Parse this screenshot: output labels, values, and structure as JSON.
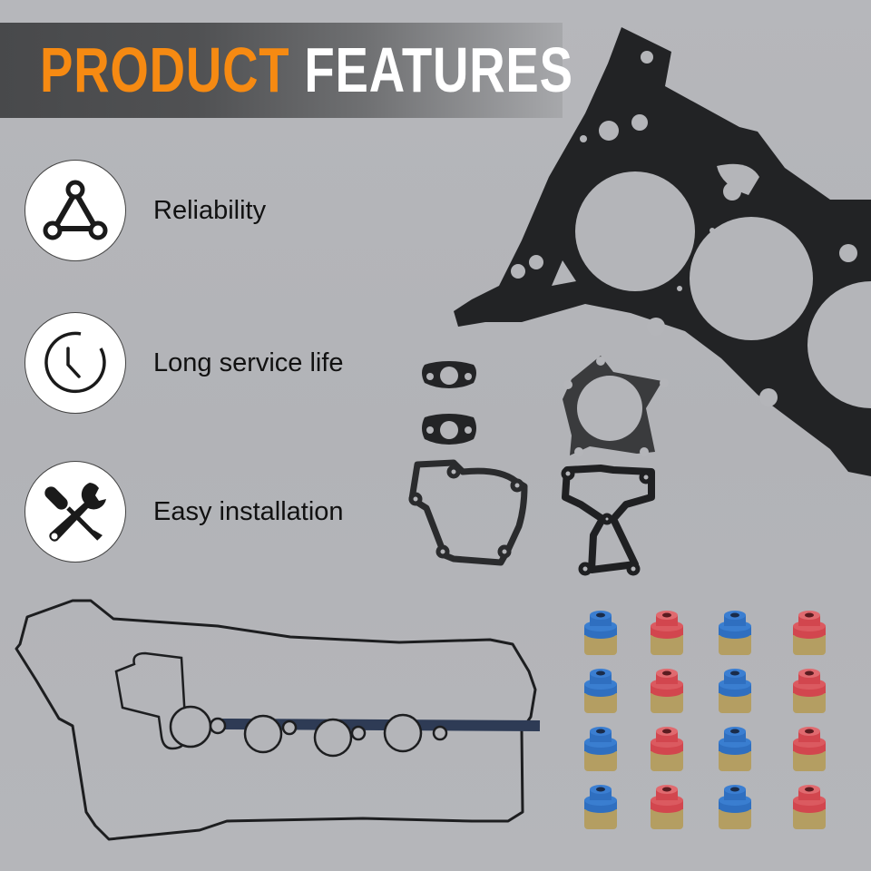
{
  "header": {
    "title_part1": "PRODUCT",
    "title_part2": "FEATURES",
    "title_part1_color": "#f68a12",
    "title_part2_color": "#ffffff"
  },
  "features": [
    {
      "label": "Reliability",
      "icon": "triangle-nodes-icon"
    },
    {
      "label": "Long service life",
      "icon": "clock-icon"
    },
    {
      "label": "Easy installation",
      "icon": "wrench-screwdriver-icon"
    }
  ],
  "products": {
    "head_gasket": "cylinder-head-gasket",
    "small_gaskets": [
      "oval-flange-gasket",
      "oval-flange-gasket",
      "water-pump-gasket",
      "five-bolt-flange-gasket",
      "manifold-gasket"
    ],
    "valve_cover_gasket": "valve-cover-gasket",
    "valve_stem_seals": {
      "rows": 4,
      "columns": 4,
      "column_colors": [
        "#2f6fc0",
        "#d2464e",
        "#2f6fc0",
        "#d2464e"
      ],
      "body_color": "#b49e62"
    }
  }
}
